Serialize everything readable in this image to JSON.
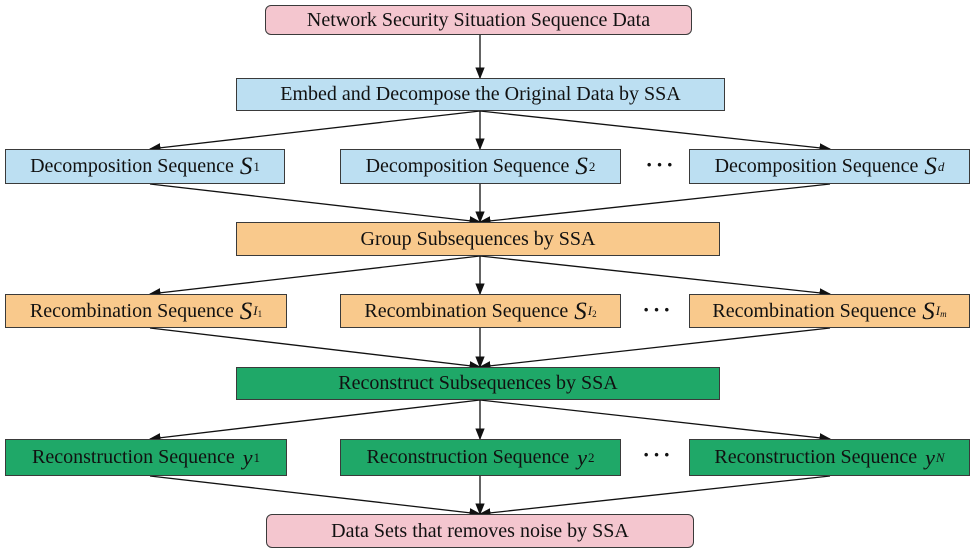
{
  "top": {
    "label": "Network Security Situation Sequence Data"
  },
  "embed": {
    "label": "Embed and Decompose the Original Data by SSA"
  },
  "decomposition": {
    "label": "Decomposition Sequence",
    "symbol": "S",
    "subscripts": [
      "1",
      "2",
      "d"
    ]
  },
  "group": {
    "label": "Group Subsequences by SSA"
  },
  "recombination": {
    "label": "Recombination Sequence",
    "symbol": "S",
    "subscripts": [
      "I",
      "I",
      "I"
    ],
    "sub_subscripts": [
      "1",
      "2",
      "m"
    ]
  },
  "reconstruct": {
    "label": "Reconstruct Subsequences by SSA"
  },
  "reconstruction": {
    "label": "Reconstruction Sequence",
    "symbol": "y",
    "subscripts": [
      "1",
      "2",
      "N"
    ]
  },
  "bottom": {
    "label": "Data Sets that removes noise by SSA"
  },
  "ellipsis": "···",
  "colors": {
    "pink": "#f4c6cf",
    "blue": "#bcdff2",
    "orange": "#f9c98c",
    "green": "#1fa868",
    "arrow": "#111111"
  }
}
